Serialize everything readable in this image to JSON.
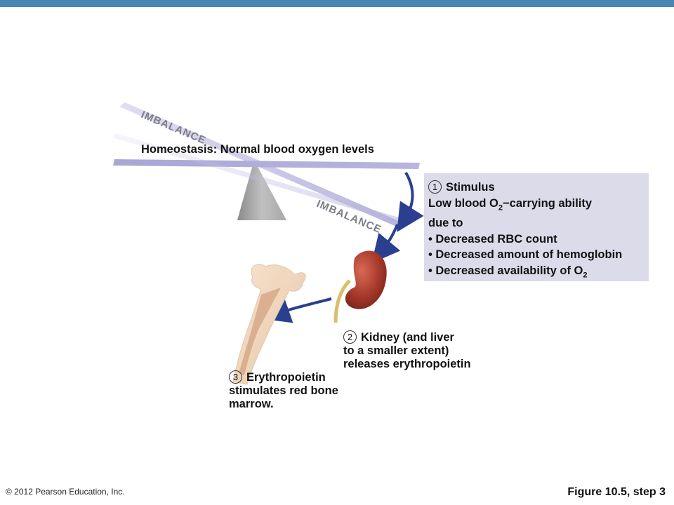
{
  "header_bar_color": "#4a86b4",
  "seesaw": {
    "imbalance_top": "IMBALANCE",
    "imbalance_bottom": "IMBALANCE",
    "homeostasis_label": "Homeostasis: Normal blood oxygen levels"
  },
  "steps": {
    "stimulus": {
      "number": "1",
      "title": "Stimulus",
      "line1_pre": "Low blood O",
      "line1_sub": "2",
      "line1_post": "−carrying ability",
      "line2": "due to",
      "bullet1": "• Decreased RBC count",
      "bullet2": "• Decreased amount of hemoglobin",
      "bullet3_pre": "• Decreased availability of O",
      "bullet3_sub": "2"
    },
    "kidney": {
      "number": "2",
      "line1": "Kidney (and liver",
      "line2": "to a smaller extent)",
      "line3": "releases erythropoietin"
    },
    "bone": {
      "number": "3",
      "line1": "Erythropoietin",
      "line2": "stimulates red bone",
      "line3": "marrow."
    }
  },
  "footer": {
    "copyright": "© 2012 Pearson Education, Inc.",
    "figure": "Figure 10.5, step 3"
  }
}
